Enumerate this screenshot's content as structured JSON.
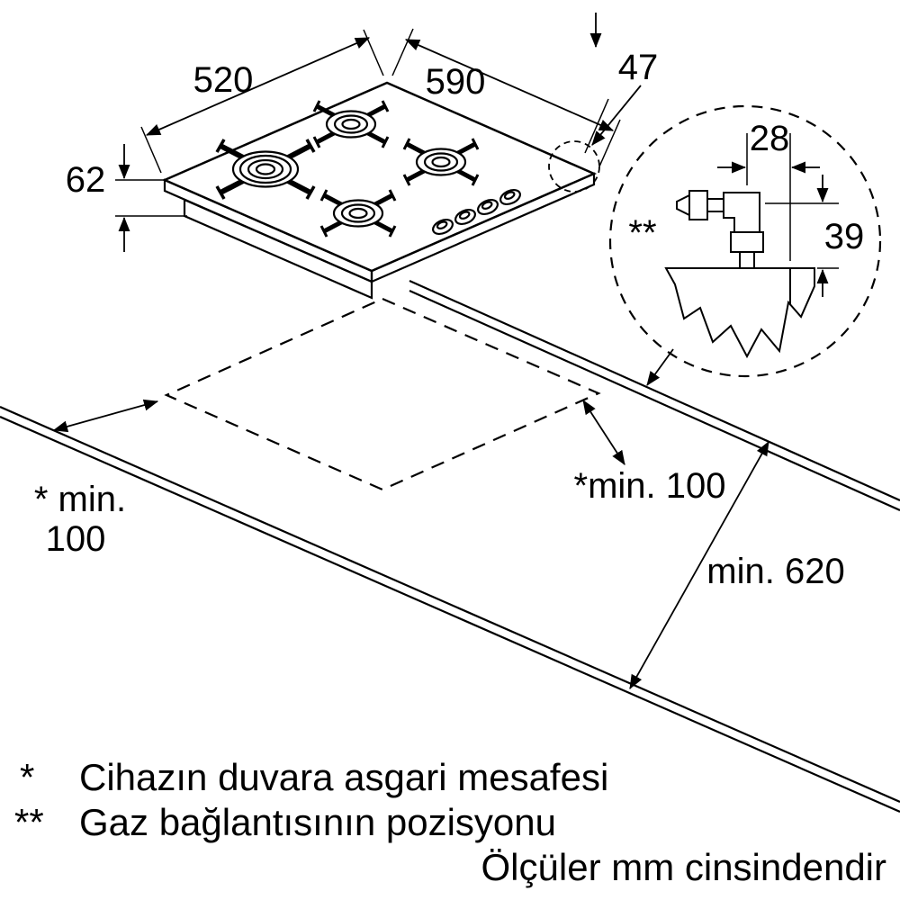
{
  "diagram": {
    "dims": {
      "width": "590",
      "depth": "520",
      "height": "62",
      "corner": "47",
      "gas_horizontal": "28",
      "gas_vertical": "39"
    },
    "clearances": {
      "left_wall_line1": "* min.",
      "left_wall_line2": "100",
      "back_wall": "*min. 100",
      "worktop_depth": "min. 620"
    },
    "detail_marker": "**",
    "footnotes": {
      "wall_marker": "*",
      "wall_text": "Cihazın duvara asgari mesafesi",
      "gas_marker": "**",
      "gas_text": "Gaz bağlantısının pozisyonu"
    },
    "units_note": "Ölçüler mm cinsindendir",
    "colors": {
      "line": "#000000",
      "background": "#ffffff",
      "burner_shade": "#d9d9d9"
    }
  }
}
